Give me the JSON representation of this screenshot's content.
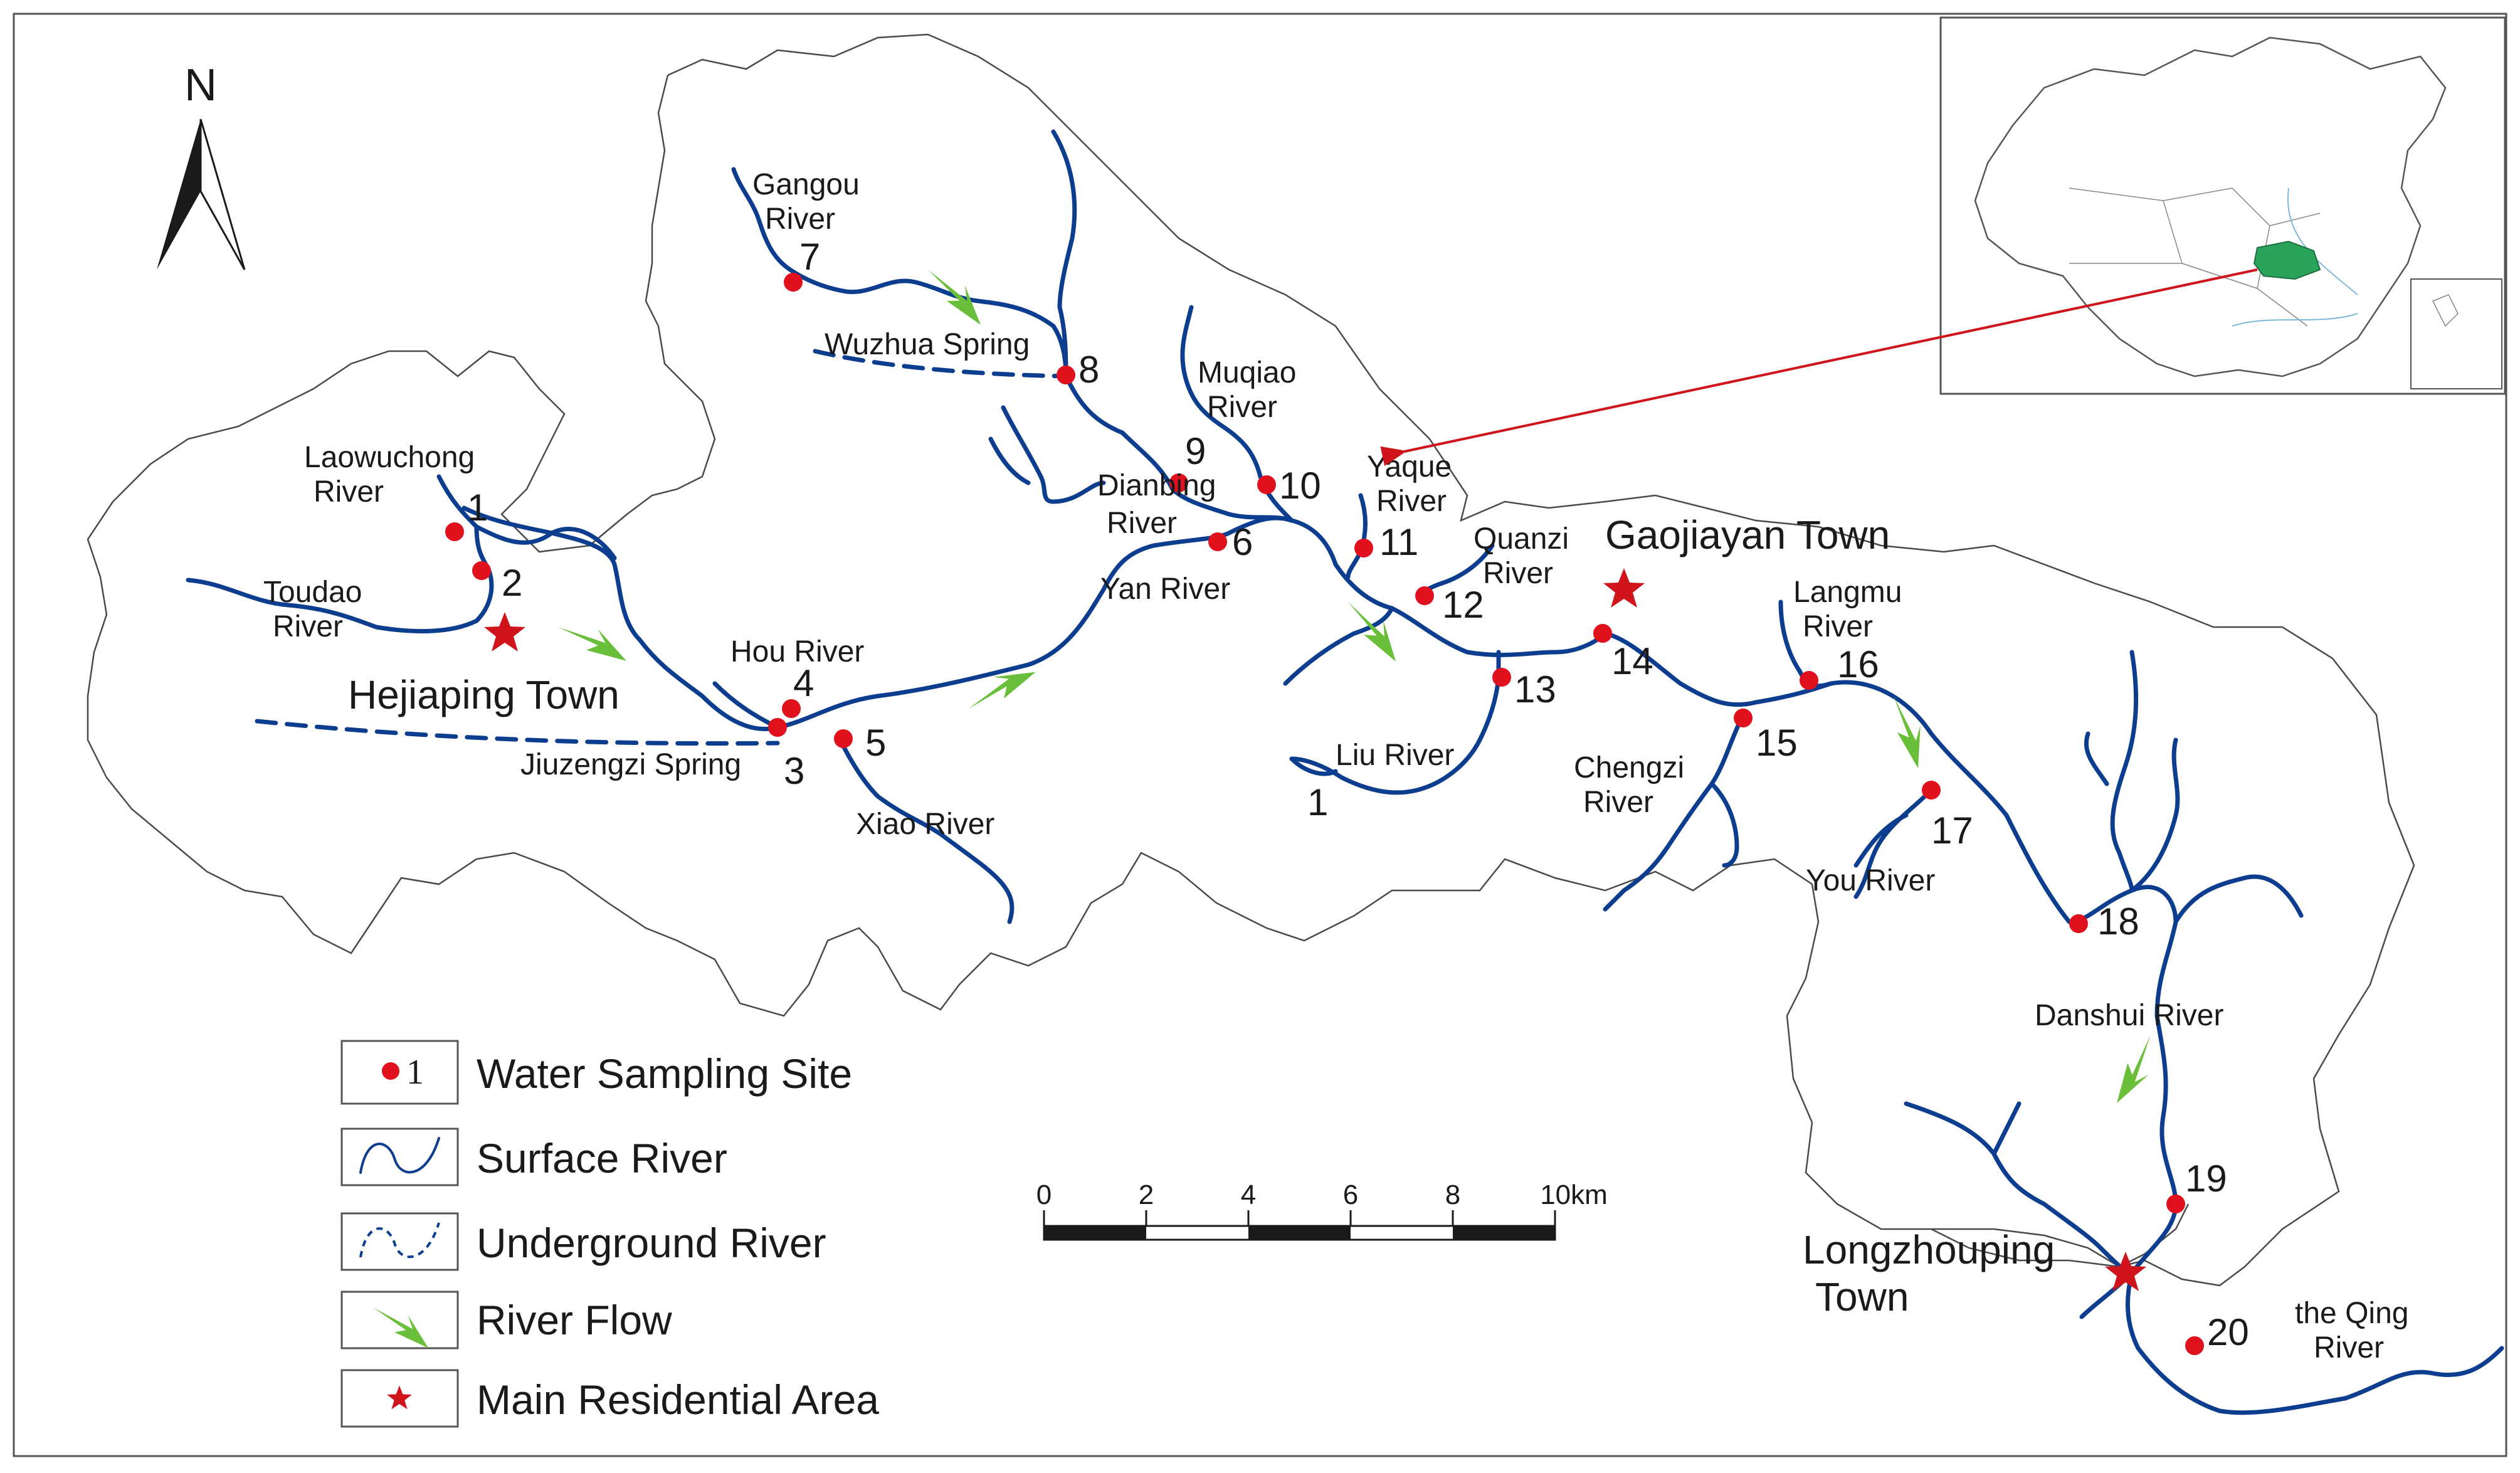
{
  "north_label": "N",
  "colors": {
    "river": "#0d3d8f",
    "site": "#e0101c",
    "star": "#d0141c",
    "flow_arrow": "#6abf3a",
    "basin": "#4a4a4a"
  },
  "towns": [
    {
      "id": "hejiaping",
      "name": "Hejiaping Town"
    },
    {
      "id": "gaojiayan",
      "name": "Gaojiayan Town"
    },
    {
      "id": "longzhouping_1",
      "name": "Longzhouping"
    },
    {
      "id": "longzhouping_2",
      "name": "Town"
    }
  ],
  "rivers": [
    {
      "id": "gangou_1",
      "text": "Gangou"
    },
    {
      "id": "gangou_2",
      "text": "River"
    },
    {
      "id": "laowuchong_1",
      "text": "Laowuchong"
    },
    {
      "id": "laowuchong_2",
      "text": "River"
    },
    {
      "id": "toudao_1",
      "text": "Toudao"
    },
    {
      "id": "toudao_2",
      "text": "River"
    },
    {
      "id": "hou",
      "text": "Hou River"
    },
    {
      "id": "xiao",
      "text": "Xiao River"
    },
    {
      "id": "yan",
      "text": "Yan River"
    },
    {
      "id": "dianbing_1",
      "text": "Dianbing"
    },
    {
      "id": "dianbing_2",
      "text": "River"
    },
    {
      "id": "muqiao_1",
      "text": "Muqiao"
    },
    {
      "id": "muqiao_2",
      "text": "River"
    },
    {
      "id": "yaque_1",
      "text": "Yaque"
    },
    {
      "id": "yaque_2",
      "text": "River"
    },
    {
      "id": "quanzi_1",
      "text": "Quanzi"
    },
    {
      "id": "quanzi_2",
      "text": "River"
    },
    {
      "id": "liu",
      "text": "Liu River"
    },
    {
      "id": "langmu_1",
      "text": "Langmu"
    },
    {
      "id": "langmu_2",
      "text": "River"
    },
    {
      "id": "chengzi_1",
      "text": "Chengzi"
    },
    {
      "id": "chengzi_2",
      "text": "River"
    },
    {
      "id": "you",
      "text": "You River"
    },
    {
      "id": "danshui",
      "text": "Danshui River"
    },
    {
      "id": "qing_1",
      "text": "the Qing"
    },
    {
      "id": "qing_2",
      "text": "River"
    }
  ],
  "springs": [
    {
      "id": "wuzhua",
      "text": "Wuzhua Spring"
    },
    {
      "id": "jiuzengzi",
      "text": "Jiuzengzi  Spring"
    }
  ],
  "sites": [
    {
      "id": "1",
      "label": "1"
    },
    {
      "id": "2",
      "label": "2"
    },
    {
      "id": "3",
      "label": "3"
    },
    {
      "id": "4",
      "label": "4"
    },
    {
      "id": "5",
      "label": "5"
    },
    {
      "id": "6",
      "label": "6"
    },
    {
      "id": "7",
      "label": "7"
    },
    {
      "id": "8",
      "label": "8"
    },
    {
      "id": "9",
      "label": "9"
    },
    {
      "id": "10",
      "label": "10"
    },
    {
      "id": "11",
      "label": "11"
    },
    {
      "id": "12",
      "label": "12"
    },
    {
      "id": "13",
      "label": "13"
    },
    {
      "id": "14",
      "label": "14"
    },
    {
      "id": "15",
      "label": "15"
    },
    {
      "id": "16",
      "label": "16"
    },
    {
      "id": "17",
      "label": "17"
    },
    {
      "id": "18",
      "label": "18"
    },
    {
      "id": "19",
      "label": "19"
    },
    {
      "id": "20",
      "label": "20"
    }
  ],
  "stray_marks": {
    "liu_side": "1"
  },
  "legend": {
    "site_symbol_label": "1",
    "items": [
      {
        "id": "site",
        "label": "Water Sampling Site"
      },
      {
        "id": "surface",
        "label": "Surface River"
      },
      {
        "id": "underground",
        "label": "Underground River"
      },
      {
        "id": "flow",
        "label": "River Flow"
      },
      {
        "id": "residential",
        "label": "Main Residential Area"
      }
    ]
  },
  "scale_bar": {
    "ticks": [
      "0",
      "2",
      "4",
      "6",
      "8",
      "10km"
    ]
  }
}
